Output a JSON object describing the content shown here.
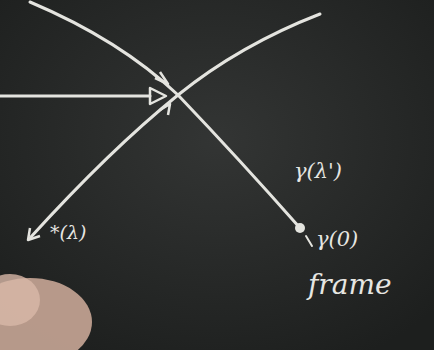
{
  "diagram": {
    "labels": [
      "γ(λ')",
      "γ(0)",
      "frame",
      "*(λ)"
    ]
  }
}
